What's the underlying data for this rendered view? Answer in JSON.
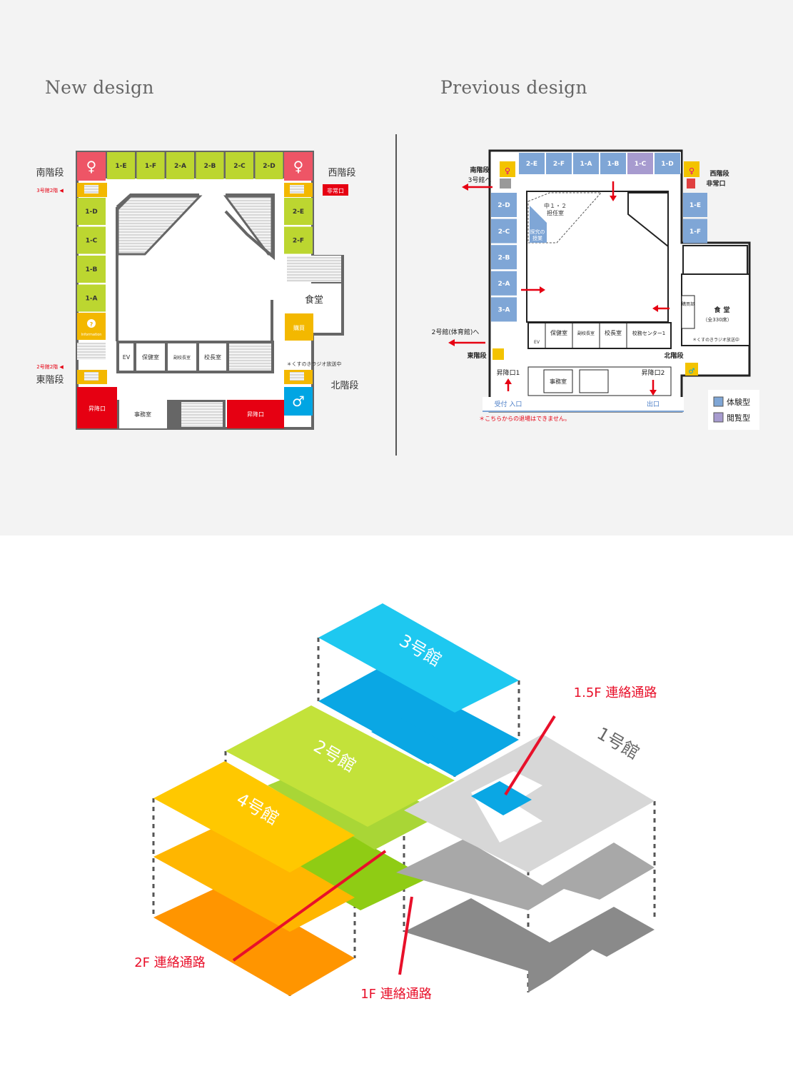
{
  "headings": {
    "new_design": "New design",
    "previous_design": "Previous design"
  },
  "new_map": {
    "rooms_top": [
      "1-E",
      "1-F",
      "2-A",
      "2-B",
      "2-C",
      "2-D"
    ],
    "rooms_left": [
      "1-D",
      "1-C",
      "1-B",
      "1-A"
    ],
    "rooms_right": [
      "2-E",
      "2-F"
    ],
    "stairs_south": "南階段",
    "stairs_west": "西階段",
    "stairs_east": "東階段",
    "stairs_north": "北階段",
    "to_building3": "3号館2階 ◀",
    "to_building2": "2号館2階 ◀",
    "emergency_exit": "非常口",
    "information": "Information",
    "cafeteria": "食堂",
    "shop": "購買",
    "ev": "EV",
    "health_room": "保健室",
    "vice_principal": "副校長室",
    "principal": "校長室",
    "radio_note": "＊くすのきラジオ放送中",
    "entrance_left": "昇降口",
    "entrance_right": "昇降口",
    "office": "事務室",
    "colors": {
      "lime": "#bcd630",
      "pink": "#ee5566",
      "yellow": "#f3b800",
      "red": "#e60012",
      "cyan": "#00a5e3",
      "gray": "#666666"
    }
  },
  "old_map": {
    "rooms_top": [
      "2-E",
      "2-F",
      "1-A",
      "1-B",
      "1-C",
      "1-D"
    ],
    "rooms_left": [
      "2-D",
      "2-C",
      "2-B",
      "2-A",
      "3-A"
    ],
    "rooms_right": [
      "1-E",
      "1-F"
    ],
    "south_stairs": "南階段",
    "to_building3": "3号館へ",
    "west_stairs": "西階段",
    "emergency_exit": "非常口",
    "staff_room_1": "中１・２",
    "staff_room_2": "担任室",
    "inquiry_1": "探究の",
    "inquiry_2": "授業",
    "cafeteria_1": "食",
    "cafeteria_2": "堂",
    "cafeteria_seats": "（全330席）",
    "shop": "購買部",
    "radio_note": "＊くすのきラジオ放送中",
    "health_room": "保健室",
    "vice_principal": "副校長室",
    "principal": "校長室",
    "center": "校務センター1",
    "ev": "EV",
    "to_building2": "2号館(体育館)へ",
    "east_stairs": "東階段",
    "north_stairs": "北階段",
    "entrance_1": "昇降口1",
    "entrance_2": "昇降口2",
    "office": "事務室",
    "reception": "受付 入口",
    "exit": "出口",
    "warning": "＊こちらからの退場はできません。",
    "legend": [
      {
        "label": "体験型",
        "color": "#7fa6d6"
      },
      {
        "label": "閲覧型",
        "color": "#a79bcf"
      }
    ]
  },
  "diagram": {
    "building3": "3号館",
    "building2": "2号館",
    "building4": "4号館",
    "building1": "1号館",
    "link_15f": "1.5F 連絡通路",
    "link_2f": "2F 連絡通路",
    "link_1f": "1F 連絡通路",
    "colors": {
      "cyan": "#1ec8f0",
      "cyan_dark": "#0aa7e4",
      "lime": "#c3e23a",
      "green": "#8fcc14",
      "yellow": "#ffc800",
      "orange": "#ff9500",
      "light_gray": "#d7d7d7",
      "gray": "#a8a8a8",
      "red": "#e8102a"
    }
  }
}
